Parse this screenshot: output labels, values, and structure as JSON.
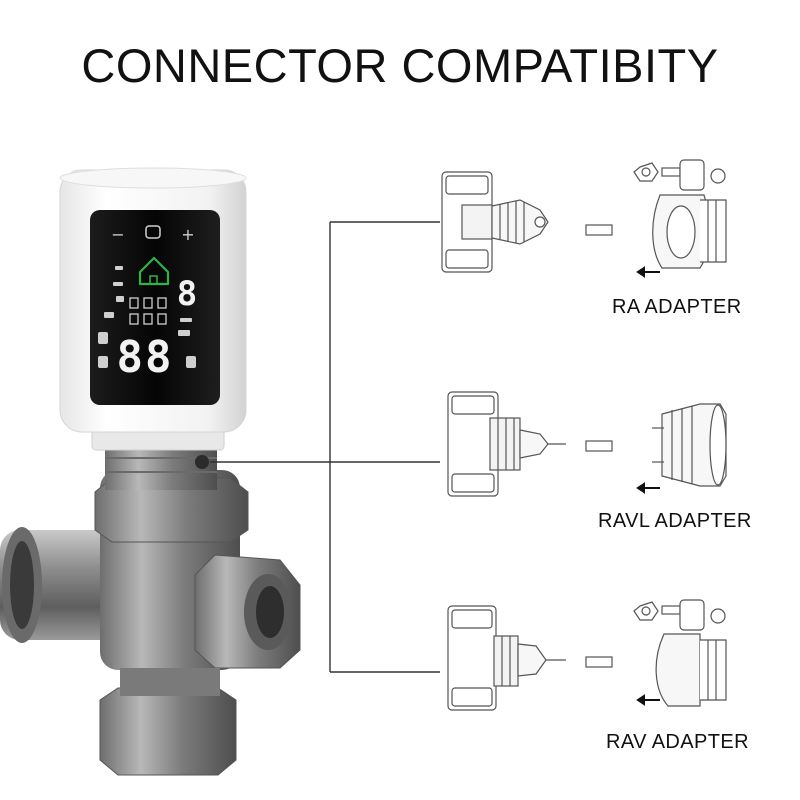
{
  "title": "CONNECTOR COMPATIBITY",
  "adapters": [
    {
      "label": "RA ADAPTER"
    },
    {
      "label": "RAVL ADAPTER"
    },
    {
      "label": "RAV ADAPTER"
    }
  ],
  "device": {
    "display_digits": "88",
    "side_digit": "8",
    "minus_symbol": "−",
    "plus_symbol": "+",
    "home_icon_color": "#2db34a",
    "display_color": "#f2f2f2"
  },
  "colors": {
    "line": "#333333",
    "drawing": "#555555",
    "valve_metal": "#8a8a8a"
  }
}
